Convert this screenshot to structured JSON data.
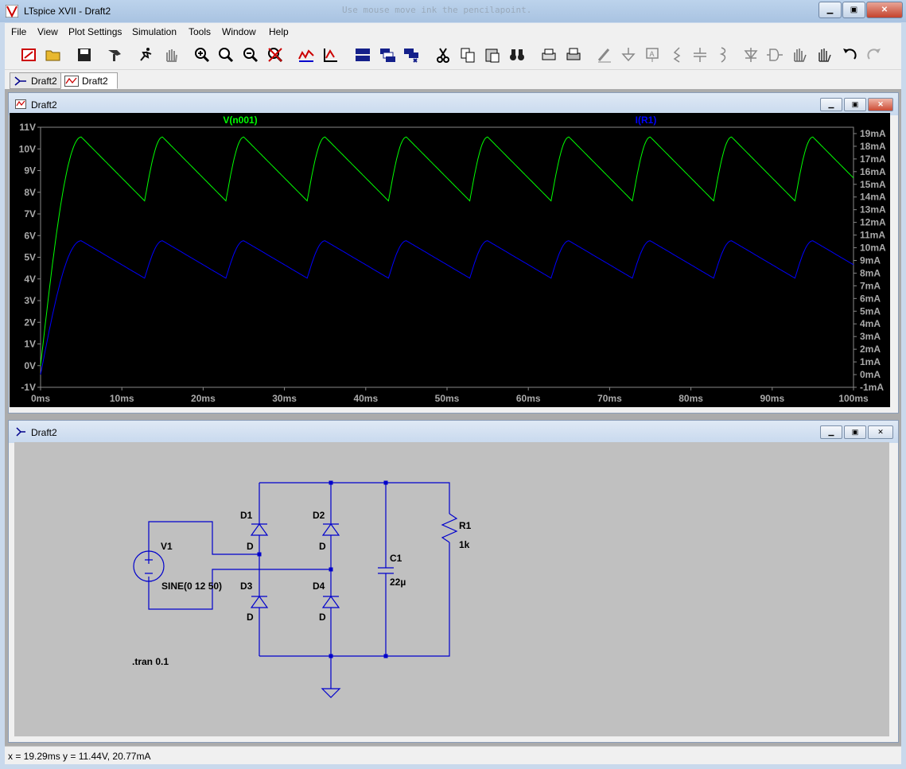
{
  "window": {
    "title": "LTspice XVII - Draft2",
    "ghost_text": "Use mouse move ink the pencilapoint."
  },
  "menu": [
    "File",
    "View",
    "Plot Settings",
    "Simulation",
    "Tools",
    "Window",
    "Help"
  ],
  "tabs": [
    {
      "label": "Draft2",
      "icon": "schematic-icon"
    },
    {
      "label": "Draft2",
      "icon": "waveform-icon"
    }
  ],
  "plot_window": {
    "title": "Draft2"
  },
  "schematic_window": {
    "title": "Draft2"
  },
  "chart_data": {
    "type": "line",
    "x_unit": "ms",
    "x_range": [
      0,
      100
    ],
    "x_ticks": [
      "0ms",
      "10ms",
      "20ms",
      "30ms",
      "40ms",
      "50ms",
      "60ms",
      "70ms",
      "80ms",
      "90ms",
      "100ms"
    ],
    "y_left_range": [
      -1,
      11
    ],
    "y_left_ticks": [
      "-1V",
      "0V",
      "1V",
      "2V",
      "3V",
      "4V",
      "5V",
      "6V",
      "7V",
      "8V",
      "9V",
      "10V",
      "11V"
    ],
    "y_right_range": [
      -1,
      19.5
    ],
    "y_right_ticks": [
      "-1mA",
      "0mA",
      "1mA",
      "2mA",
      "3mA",
      "4mA",
      "5mA",
      "6mA",
      "7mA",
      "8mA",
      "9mA",
      "10mA",
      "11mA",
      "12mA",
      "13mA",
      "14mA",
      "15mA",
      "16mA",
      "17mA",
      "18mA",
      "19mA"
    ],
    "series": [
      {
        "name": "V(n001)",
        "axis": "left",
        "color": "#00ff00",
        "period_ms": 10,
        "first_peak_ms": 5,
        "peak": 10.55,
        "trough": 7.6
      },
      {
        "name": "I(R1)",
        "axis": "right",
        "color": "#0000ff",
        "period_ms": 10,
        "first_peak_ms": 5,
        "peak": 10.55,
        "trough": 7.6
      }
    ],
    "grid": false
  },
  "schematic": {
    "source": {
      "name": "V1",
      "value": "SINE(0 12 50)"
    },
    "diodes": [
      {
        "name": "D1",
        "model": "D"
      },
      {
        "name": "D2",
        "model": "D"
      },
      {
        "name": "D3",
        "model": "D"
      },
      {
        "name": "D4",
        "model": "D"
      }
    ],
    "capacitor": {
      "name": "C1",
      "value": "22µ"
    },
    "resistor": {
      "name": "R1",
      "value": "1k"
    },
    "directive": ".tran 0.1"
  },
  "status": "x = 19.29ms    y = 11.44V, 20.77mA",
  "toolbar": [
    "new-schematic-icon",
    "open-icon",
    "save-icon",
    "control-panel-icon",
    "run-icon",
    "halt-icon",
    "zoom-in-icon",
    "zoom-out-icon",
    "zoom-back-icon",
    "zoom-fit-icon",
    "autorange-icon",
    "pick-visible-traces-icon",
    "tile-horizontal-icon",
    "tile-vertical-icon",
    "cascade-icon",
    "cut-icon",
    "copy-icon",
    "paste-icon",
    "find-icon",
    "print-setup-icon",
    "print-icon",
    "draw-wire-icon",
    "ground-icon",
    "label-net-icon",
    "resistor-icon",
    "capacitor-icon",
    "inductor-icon",
    "diode-icon",
    "component-icon",
    "move-icon",
    "drag-icon",
    "undo-icon",
    "redo-icon"
  ]
}
